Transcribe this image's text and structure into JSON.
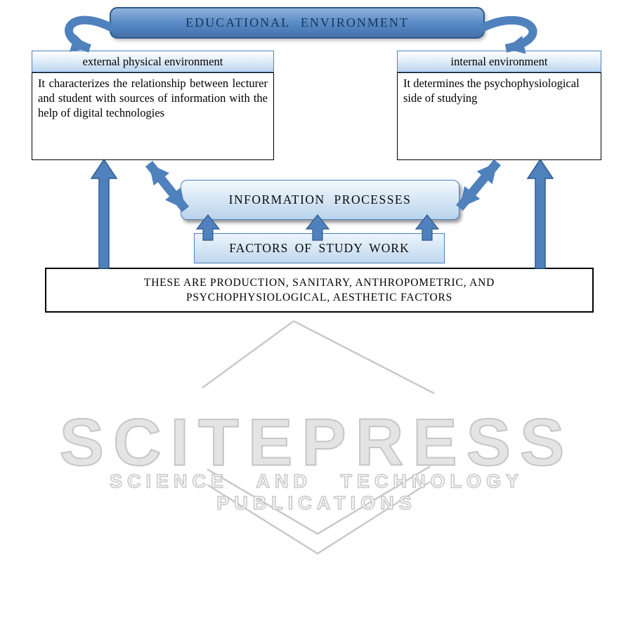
{
  "diagram": {
    "educational_environment": "EDUCATIONAL ENVIRONMENT",
    "left": {
      "header": "external physical environment",
      "body": "It characterizes the relationship between lecturer and student with sources of information with the help of digital technologies"
    },
    "right": {
      "header": "internal environment",
      "body": "It determines the psychophysiological side of studying"
    },
    "information_processes": "INFORMATION PROCESSES",
    "factors": "FACTORS OF STUDY WORK",
    "bottom": {
      "line1": "THESE ARE PRODUCTION, SANITARY, ANTHROPOMETRIC, AND",
      "line2": "PSYCHOPHYSIOLOGICAL, AESTHETIC FACTORS"
    },
    "colors": {
      "arrow_fill": "#4f81bd",
      "arrow_border": "#2e5a8a",
      "box_border_blue": "#4f81bd",
      "watermark_gray": "#c9c9c9"
    }
  },
  "watermark": {
    "logo": "SCITEPRESS",
    "tagline": "SCIENCE AND TECHNOLOGY PUBLICATIONS"
  }
}
